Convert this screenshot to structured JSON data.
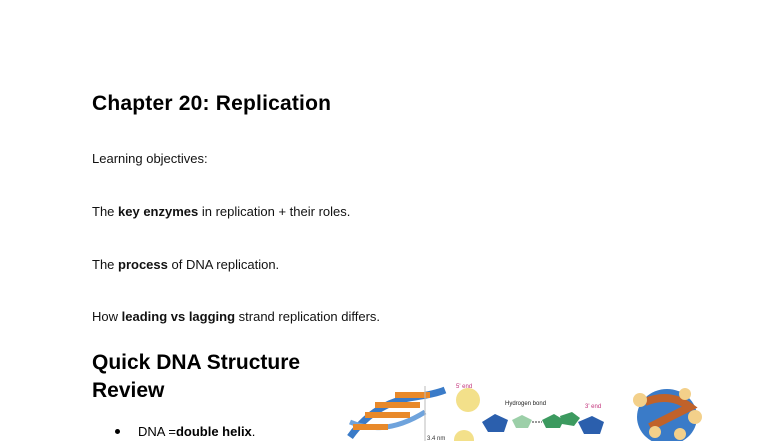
{
  "document": {
    "title": "Chapter 20: Replication",
    "intro": "Learning objectives:",
    "objectives": [
      {
        "before": "The ",
        "bold": "key enzymes",
        "after": " in replication + their roles."
      },
      {
        "before": "The ",
        "bold": "process",
        "after": " of DNA replication."
      },
      {
        "before": "How ",
        "bold": "leading vs lagging",
        "after": " strand replication differs."
      }
    ],
    "section_heading": "Quick DNA Structure Review",
    "bullets": [
      {
        "before": "DNA = ",
        "bold": "double helix",
        "after": "."
      }
    ],
    "figure": {
      "labels": {
        "five_prime": "5' end",
        "three_prime": "3' end",
        "hydrogen_bond": "Hydrogen bond",
        "scale": "3.4 nm"
      },
      "colors": {
        "helix_blue": "#3a7bc8",
        "base_orange": "#e8892a",
        "phosphate_yellow": "#f3e08a",
        "sugar_blue": "#2b5fad",
        "base_green": "#3c9a5f",
        "base_lightgreen": "#9ccfa8",
        "label_pink": "#c2307a"
      }
    }
  }
}
